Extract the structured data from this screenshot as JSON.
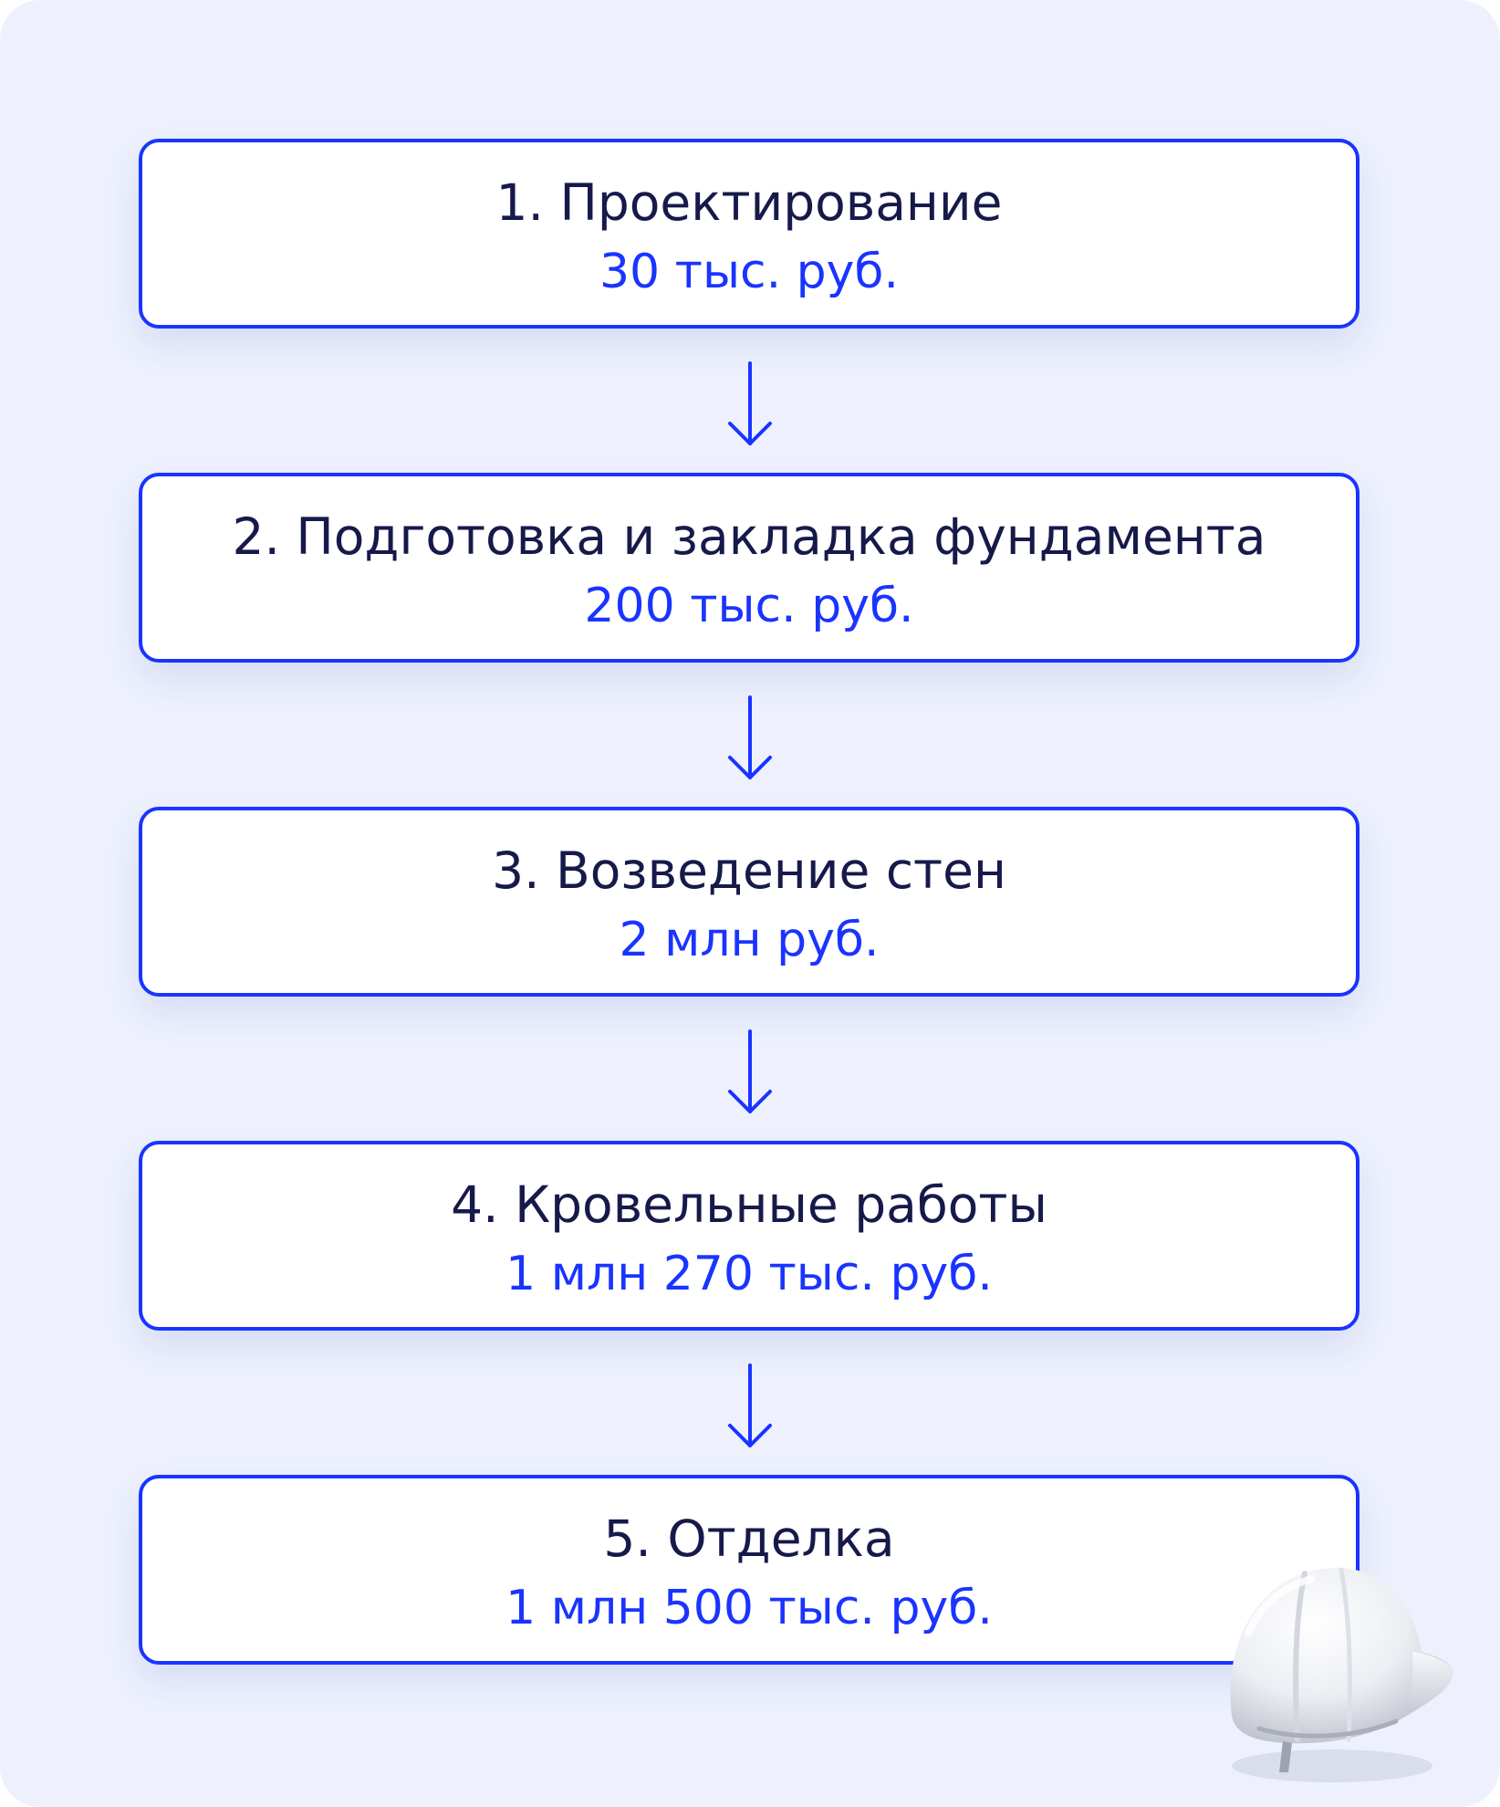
{
  "steps": [
    {
      "title": "1. Проектирование",
      "cost": "30 тыс. руб."
    },
    {
      "title": "2. Подготовка и закладка фундамента",
      "cost": "200 тыс. руб."
    },
    {
      "title": "3. Возведение стен",
      "cost": "2 млн руб."
    },
    {
      "title": "4. Кровельные работы",
      "cost": "1 млн 270 тыс. руб."
    },
    {
      "title": "5. Отделка",
      "cost": "1 млн 500 тыс. руб."
    }
  ],
  "colors": {
    "background": "#eef1fd",
    "accent": "#1a34ff",
    "text": "#161a4a"
  },
  "icons": {
    "arrow": "arrow-down-icon",
    "decoration": "hard-hat-icon"
  }
}
